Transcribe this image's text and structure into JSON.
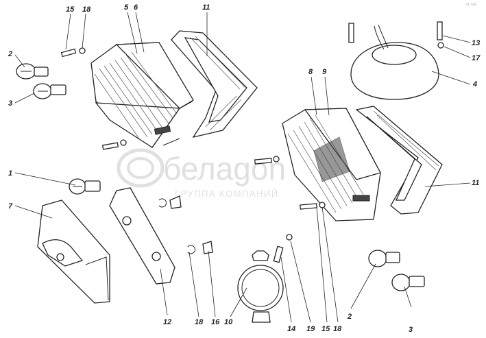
{
  "watermark": {
    "brand": "белаgon",
    "tagline": "ГРУППА КОМПАНИЙ"
  },
  "corner_mark": "ст. ххх",
  "callouts": [
    "15",
    "18",
    "5",
    "6",
    "11",
    "2",
    "3",
    "1",
    "7",
    "12",
    "18",
    "16",
    "10",
    "14",
    "19",
    "15",
    "18",
    "2",
    "3",
    "8",
    "9",
    "11",
    "4",
    "13",
    "17"
  ]
}
